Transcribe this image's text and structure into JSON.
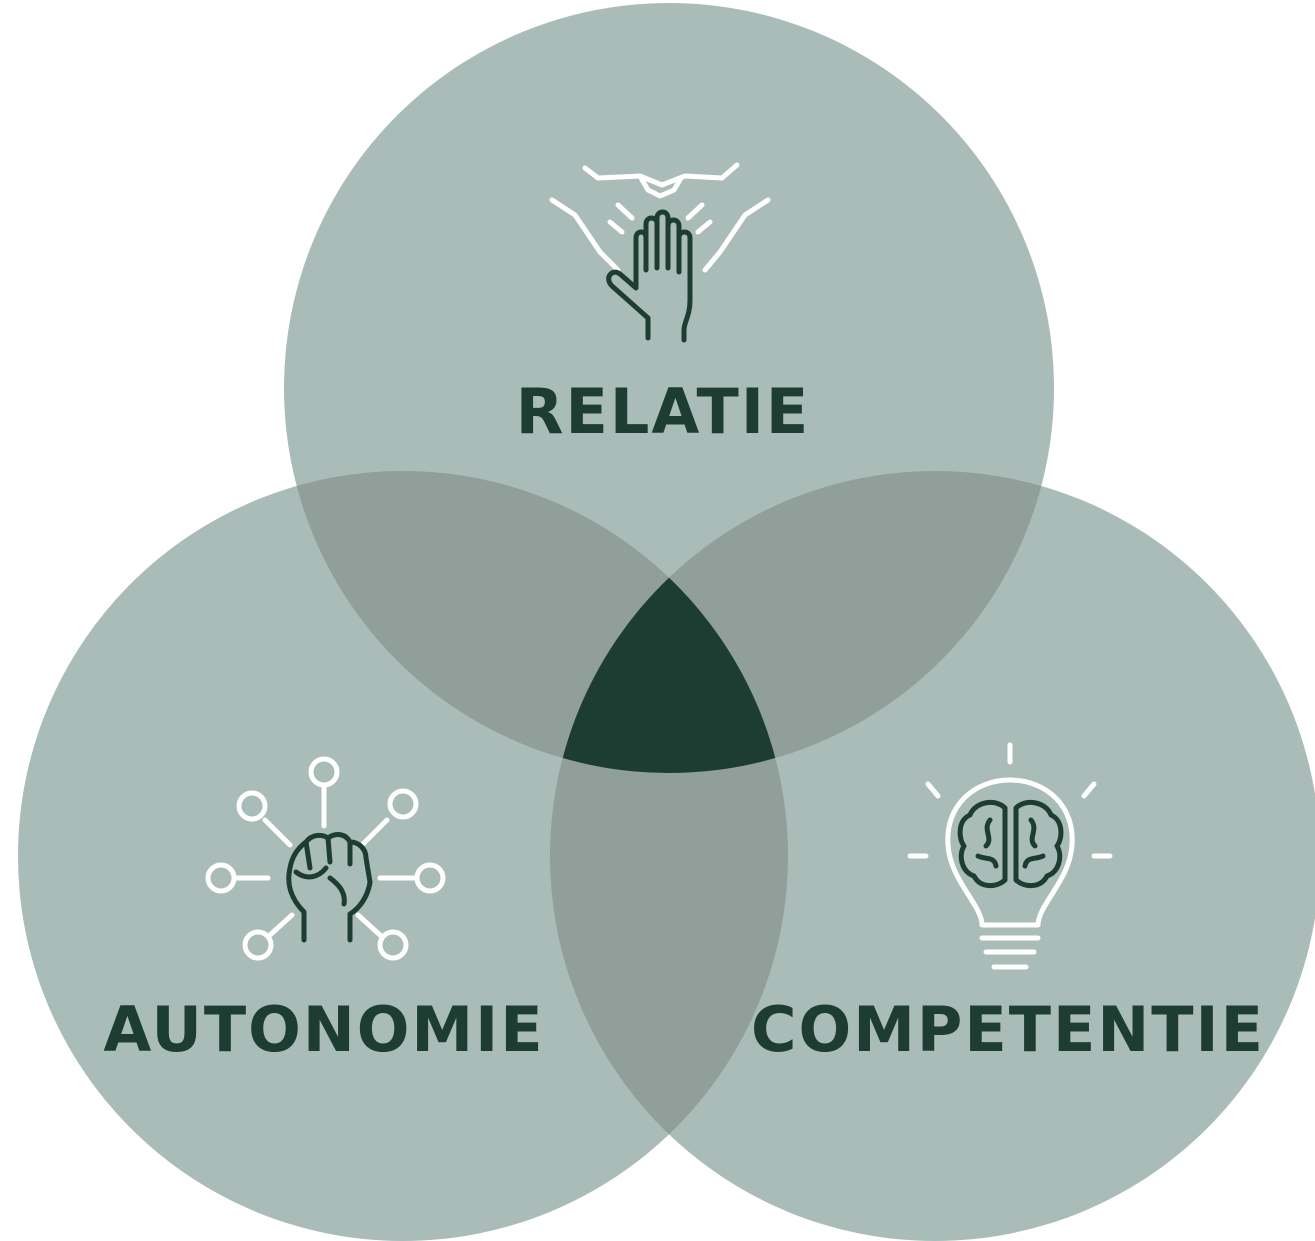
{
  "diagram": {
    "type": "venn",
    "sets": [
      {
        "id": "relatie",
        "label": "RELATIE",
        "icon": "hands-supporting-hand-icon"
      },
      {
        "id": "autonomie",
        "label": "AUTONOMIE",
        "icon": "fist-network-icon"
      },
      {
        "id": "competentie",
        "label": "COMPETENTIE",
        "icon": "lightbulb-brain-icon"
      }
    ]
  },
  "colors": {
    "circle_fill": "#a9bcb7",
    "pair_overlap": "#909f9a",
    "center_overlap": "#1e3d32",
    "label_text": "#1e3d32",
    "icon_dark": "#1e3d32",
    "icon_light": "#ffffff"
  }
}
